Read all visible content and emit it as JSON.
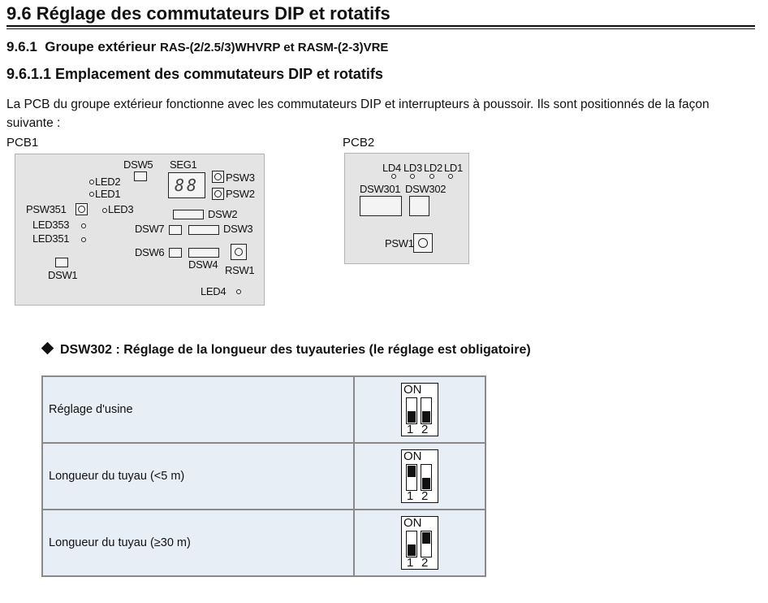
{
  "heading1": "9.6 Réglage des commutateurs DIP et rotatifs",
  "heading2": {
    "number": "9.6.1",
    "label": "Groupe extérieur",
    "models": "RAS-(2/2.5/3)WHVRP et RASM-(2-3)VRE"
  },
  "heading3": "9.6.1.1 Emplacement des commutateurs DIP et rotatifs",
  "intro": "La PCB du groupe extérieur fonctionne avec les commutateurs DIP et interrupteurs à poussoir. Ils sont positionnés de la façon suivante :",
  "pcb1": {
    "caption": "PCB1",
    "labels": {
      "dsw5": "DSW5",
      "seg1": "SEG1",
      "seg_display": "88",
      "psw3": "PSW3",
      "psw2": "PSW2",
      "led2": "LED2",
      "led1": "LED1",
      "psw351": "PSW351",
      "led3": "LED3",
      "dsw2": "DSW2",
      "led353": "LED353",
      "dsw7": "DSW7",
      "dsw3": "DSW3",
      "led351": "LED351",
      "dsw6": "DSW6",
      "dsw4": "DSW4",
      "rsw1": "RSW1",
      "dsw1": "DSW1",
      "led4": "LED4"
    }
  },
  "pcb2": {
    "caption": "PCB2",
    "labels": {
      "ld4": "LD4",
      "ld3": "LD3",
      "ld2": "LD2",
      "ld1": "LD1",
      "dsw301": "DSW301",
      "dsw302": "DSW302",
      "psw1": "PSW1"
    }
  },
  "section": {
    "title": "DSW302 : Réglage de la longueur des tuyauteries (le réglage est obligatoire)",
    "dip_on_label": "ON",
    "dip_numbers": [
      "1",
      "2"
    ],
    "rows": [
      {
        "label": "Réglage d'usine",
        "switches": [
          "down",
          "down"
        ]
      },
      {
        "label": "Longueur du tuyau (<5 m)",
        "switches": [
          "up",
          "down"
        ]
      },
      {
        "label": "Longueur du tuyau (≥30 m)",
        "switches": [
          "down",
          "up"
        ]
      }
    ]
  }
}
